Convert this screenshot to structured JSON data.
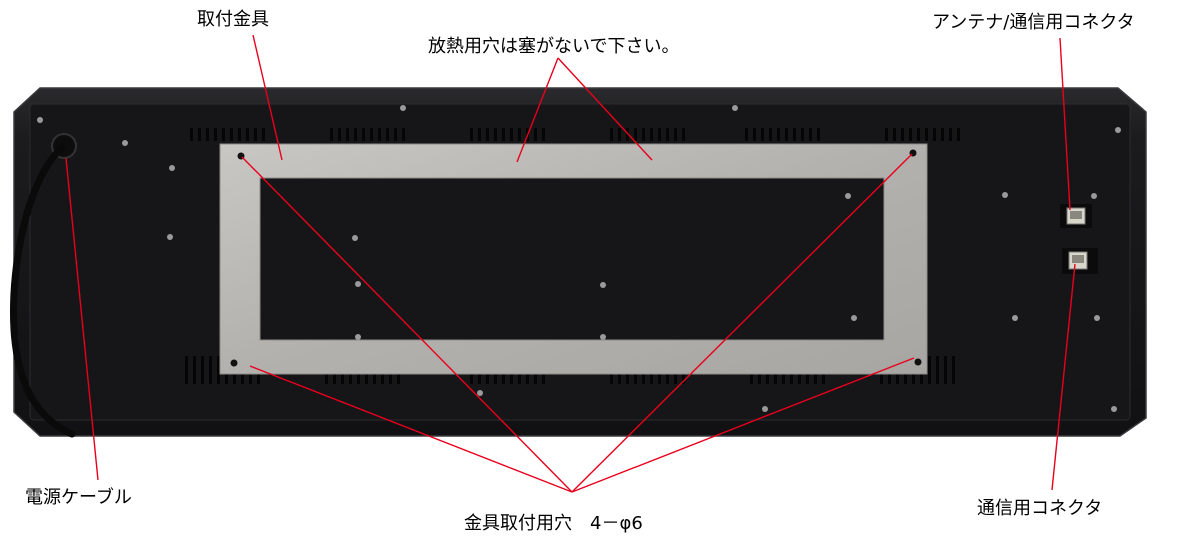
{
  "labels": {
    "mounting_bracket": "取付金具",
    "vent_holes": "放熱用穴は塞がないで下さい。",
    "antenna_connector": "アンテナ/通信用コネクタ",
    "power_cable": "電源ケーブル",
    "bracket_holes": "金具取付用穴　4－φ6",
    "comm_connector": "通信用コネクタ"
  },
  "colors": {
    "panel": "#1c1c1e",
    "panel_inner": "#141416",
    "bracket": "#b9b7b3",
    "leader_line": "#e8001c",
    "connector_face": "#d9d6cc"
  }
}
